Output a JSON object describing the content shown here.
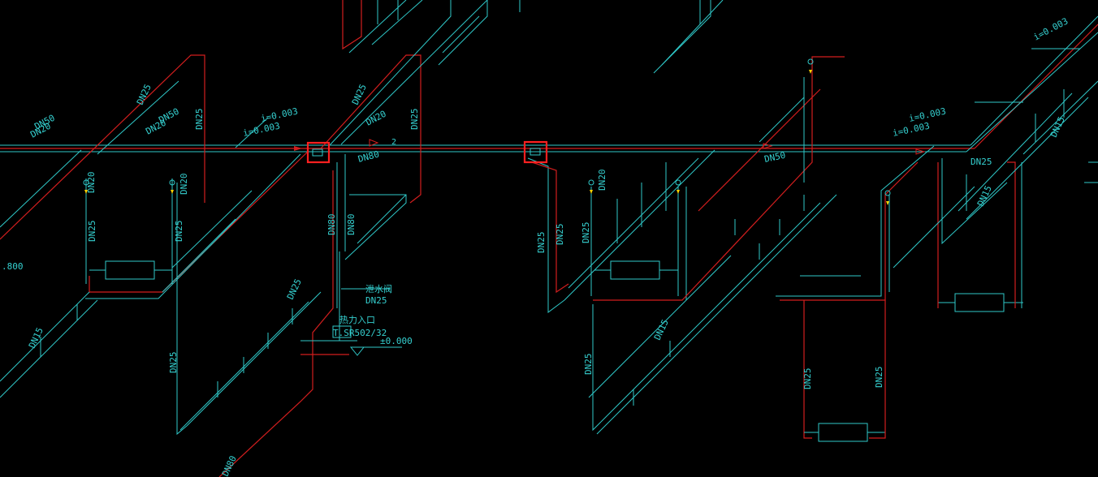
{
  "drawing": {
    "background": "#000000",
    "pipe_color_supply": "#2fc8c8",
    "pipe_color_return": "#d21e1e",
    "highlight_color": "#ff2020",
    "labels": {
      "dn50_a": "DN50",
      "dn50_b": "DN50",
      "dn50_c": "DN50",
      "dn20_a": "DN20",
      "dn20_b": "DN20",
      "dn20_c": "DN20",
      "dn20_d": "DN20",
      "dn20_e": "DN20",
      "dn20_f": "DN20",
      "dn25_a": "DN25",
      "dn25_b": "DN25",
      "dn25_c": "DN25",
      "dn25_d": "DN25",
      "dn25_e": "DN25",
      "dn25_f": "DN25",
      "dn25_g": "DN25",
      "dn25_h": "DN25",
      "dn25_i": "DN25",
      "dn25_j": "DN25",
      "dn25_k": "DN25",
      "dn25_l": "DN25",
      "dn25_m": "DN25",
      "dn25_n": "DN25",
      "dn25_o": "DN25",
      "dn25_p": "DN25",
      "dn80_a": "DN80",
      "dn80_b": "DN80",
      "dn80_c": "DN80",
      "dn80_d": "DN80",
      "dn15_a": "DN15",
      "dn15_b": "DN15",
      "dn15_c": "DN15",
      "dn15_d": "DN15",
      "slope_a": "i=0.003",
      "slope_b": "i=0.003",
      "slope_c": "i=0.003",
      "slope_d": "i=0.003",
      "slope_e": "i=0.003",
      "elev_zero": "±0.000",
      "elev_left": ".800",
      "std_ref": "T.SR502/32",
      "valve_note": "泄水阀",
      "inlet_note": "热力入口",
      "small_2": "2"
    }
  }
}
